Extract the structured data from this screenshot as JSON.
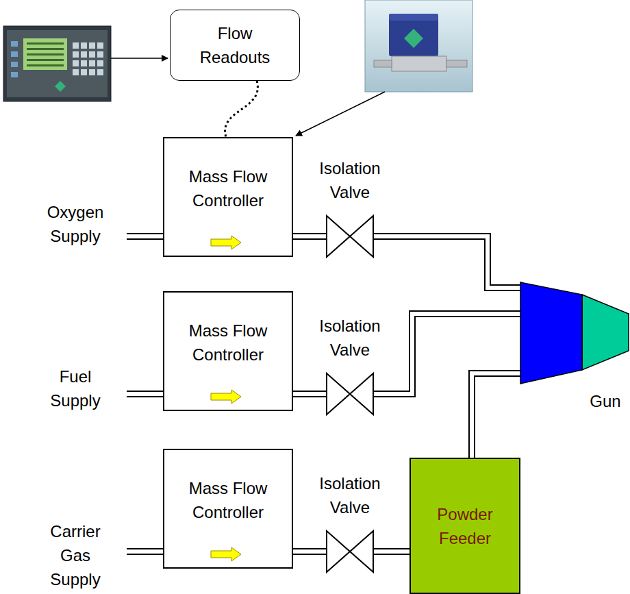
{
  "diagram": {
    "nodes": [
      {
        "text": [
          "Flow Readouts"
        ]
      },
      {
        "text": [
          "Mass Flow Controller"
        ]
      },
      {
        "text": [
          "Isolation Valve"
        ]
      },
      {
        "text": [
          "Mass Flow Controller"
        ]
      },
      {
        "text": [
          "Isolation Valve"
        ]
      },
      {
        "text": [
          "Gun"
        ]
      },
      {
        "text": [
          "Mass Flow Controller"
        ]
      },
      {
        "text": [
          "Isolation Valve"
        ]
      },
      {
        "text": [
          "Powder Feeder"
        ]
      }
    ],
    "edges": [
      {
        "from": 0,
        "to": 1,
        "arrow": "none"
      },
      {
        "from": 1,
        "to": 2,
        "arrow": "none"
      },
      {
        "from": 2,
        "to": 5,
        "arrow": "none"
      },
      {
        "from": 3,
        "to": 4,
        "arrow": "none"
      },
      {
        "from": 4,
        "to": 5,
        "arrow": "none"
      },
      {
        "from": 6,
        "to": 7,
        "arrow": "none"
      },
      {
        "from": 7,
        "to": 8,
        "arrow": "none"
      },
      {
        "from": 8,
        "to": 5,
        "arrow": "none"
      }
    ],
    "labels": [
      "Oxygen Supply",
      "Fuel Supply",
      "Carrier Gas Supply"
    ]
  }
}
